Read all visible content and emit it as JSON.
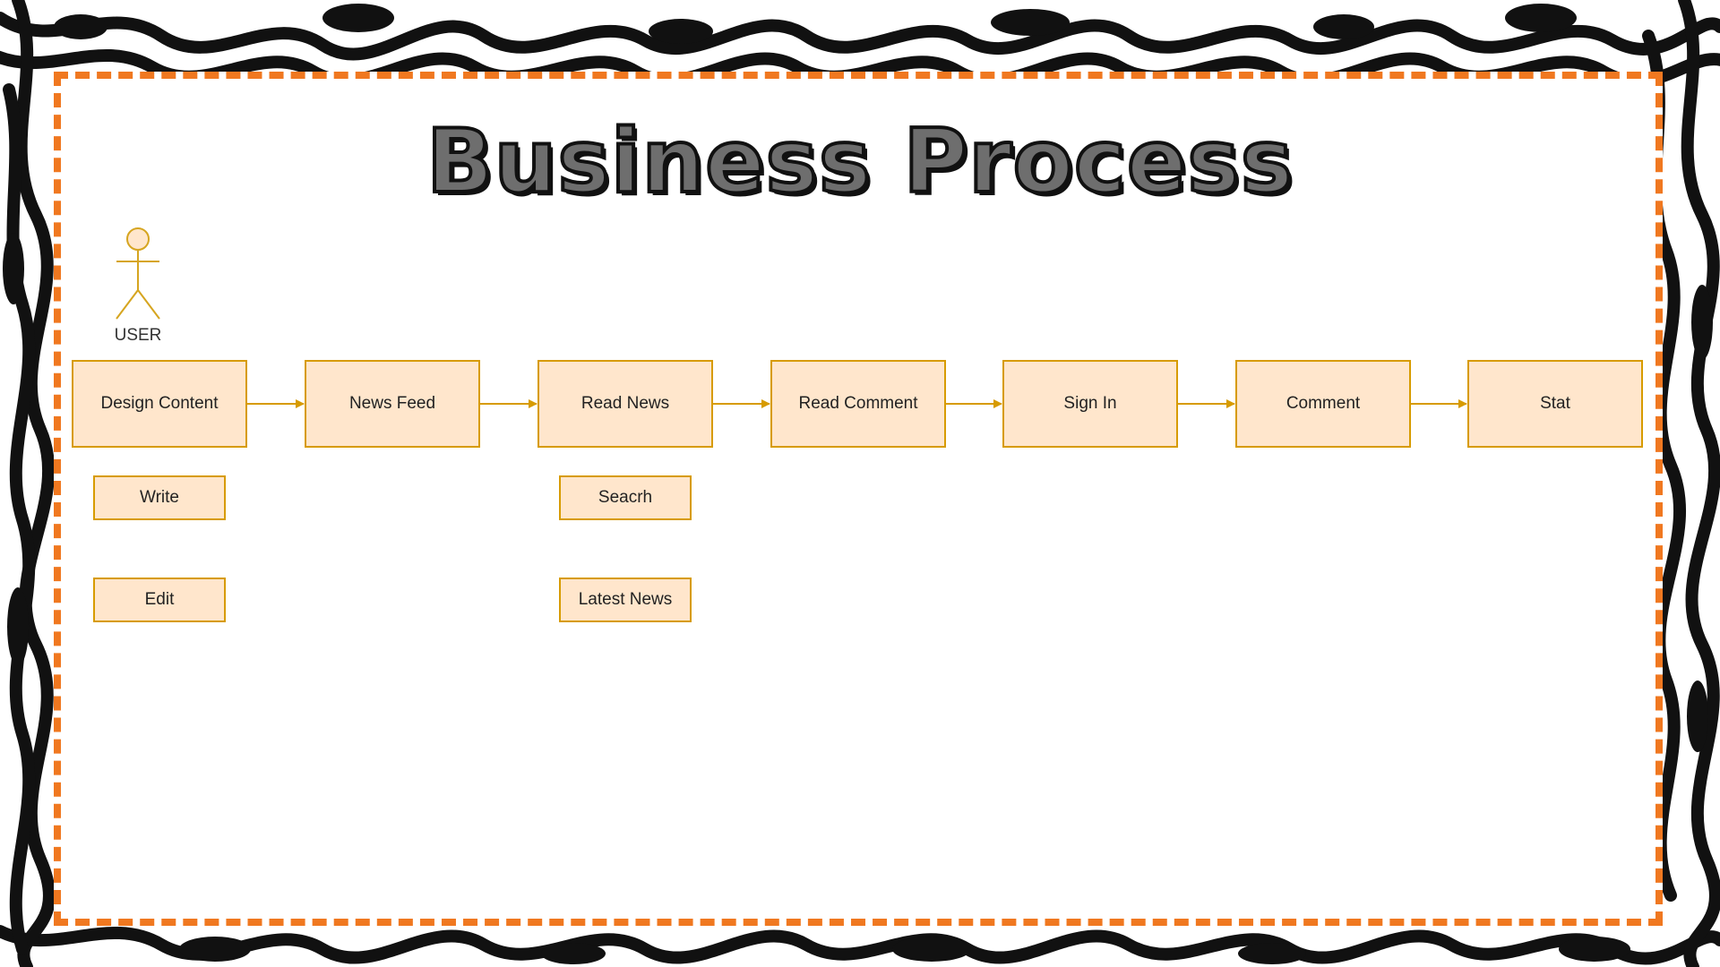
{
  "title": "Business Process",
  "actor": {
    "label": "USER"
  },
  "process_steps": [
    "Design Content",
    "News Feed",
    "Read News",
    "Read Comment",
    "Sign In",
    "Comment",
    "Stat"
  ],
  "sub_tasks": {
    "design_content": [
      "Write",
      "Edit"
    ],
    "read_news": [
      "Seacrh",
      "Latest News"
    ]
  },
  "colors": {
    "frame_dash": "#f07820",
    "box_fill": "#ffe6cc",
    "box_border": "#d79b00",
    "arrow": "#d79b00",
    "actor": "#d6a520",
    "title_fill": "#6e6e6e"
  }
}
